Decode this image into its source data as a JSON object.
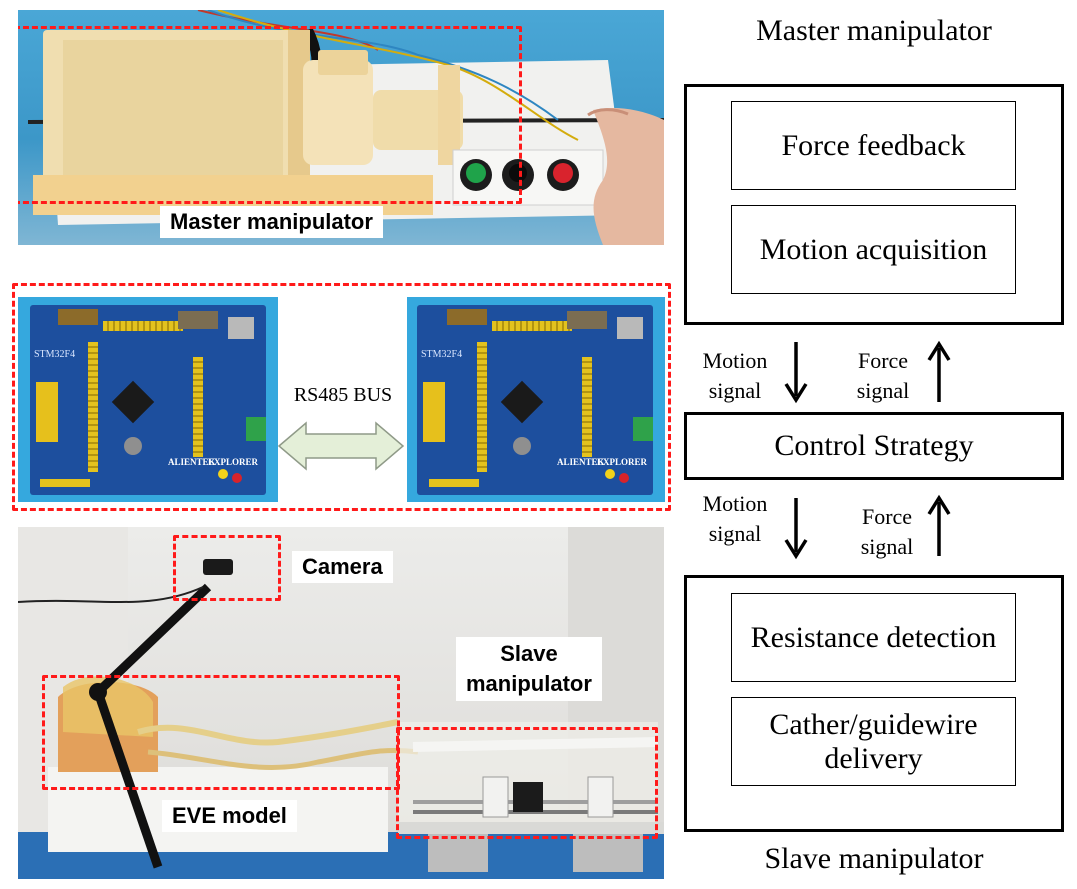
{
  "photos": {
    "master_label": "Master manipulator",
    "camera_label": "Camera",
    "slave_label_line1": "Slave",
    "slave_label_line2": "manipulator",
    "eve_label": "EVE model",
    "bus_label": "RS485 BUS",
    "board_brand": "ALIENTEK",
    "board_name": "EXPLORER",
    "board_model": "STM32F4"
  },
  "diagram": {
    "master_title": "Master manipulator",
    "force_feedback": "Force feedback",
    "motion_acquisition": "Motion acquisition",
    "control_strategy": "Control Strategy",
    "resistance_detection": "Resistance detection",
    "delivery_line1": "Cather/guidewire",
    "delivery_line2": "delivery",
    "slave_title": "Slave manipulator",
    "upper_left_signal": [
      "Motion",
      "signal"
    ],
    "upper_right_signal": [
      "Force",
      "signal"
    ],
    "lower_left_signal": [
      "Motion",
      "signal"
    ],
    "lower_right_signal": [
      "Force",
      "signal"
    ]
  },
  "colors": {
    "highlight_dash": "#ff1a1a",
    "pcb_blue": "#1d4f9e",
    "sky_blue": "#35a8de"
  }
}
